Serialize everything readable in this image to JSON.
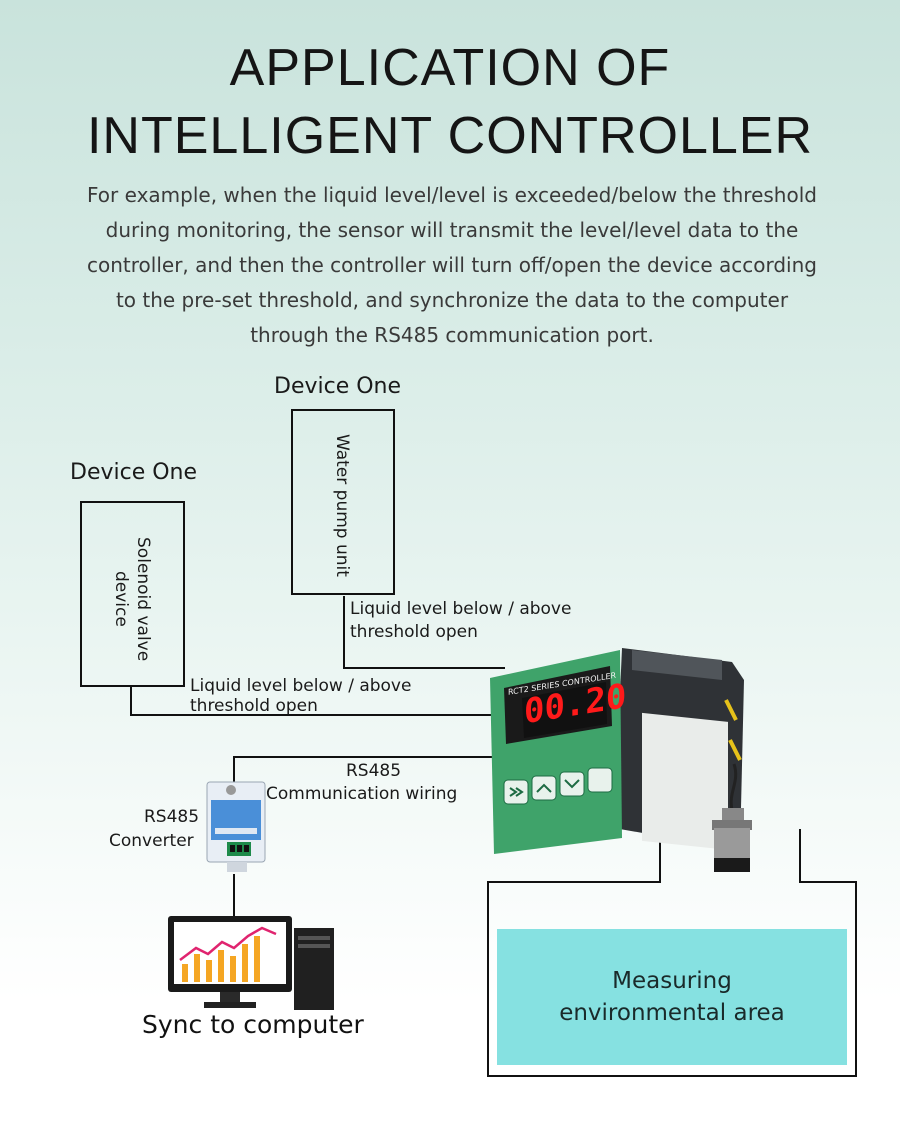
{
  "header": {
    "title_line1": "APPLICATION OF",
    "title_line2": "INTELLIGENT CONTROLLER",
    "description": "For example, when the liquid level/level is exceeded/below the threshold during monitoring, the sensor will transmit the level/level data to the controller, and then the controller will turn off/open the device according to the pre-set threshold, and synchronize the data to the computer through the RS485 communication port."
  },
  "devices": {
    "device_a": {
      "heading": "Device One",
      "name": "Solenoid valve device"
    },
    "device_b": {
      "heading": "Device One",
      "name": "Water pump unit"
    }
  },
  "wiring": {
    "pump_line1": "Liquid level below / above",
    "pump_line2": "threshold open",
    "valve_line1": "Liquid level below / above",
    "valve_line2": "threshold open",
    "rs485_line1": "RS485",
    "rs485_line2": "Communication wiring"
  },
  "converter": {
    "line1": "RS485",
    "line2": "Converter"
  },
  "controller": {
    "brand": "RCT2 SERIES CONTROLLER",
    "display": "00.20"
  },
  "computer": {
    "caption": "Sync to computer"
  },
  "area": {
    "line1": "Measuring",
    "line2": "environmental area"
  },
  "colors": {
    "controller_green": "#3fa36a",
    "display_red": "#ff1a1a",
    "area_fill": "#86e1e1"
  }
}
